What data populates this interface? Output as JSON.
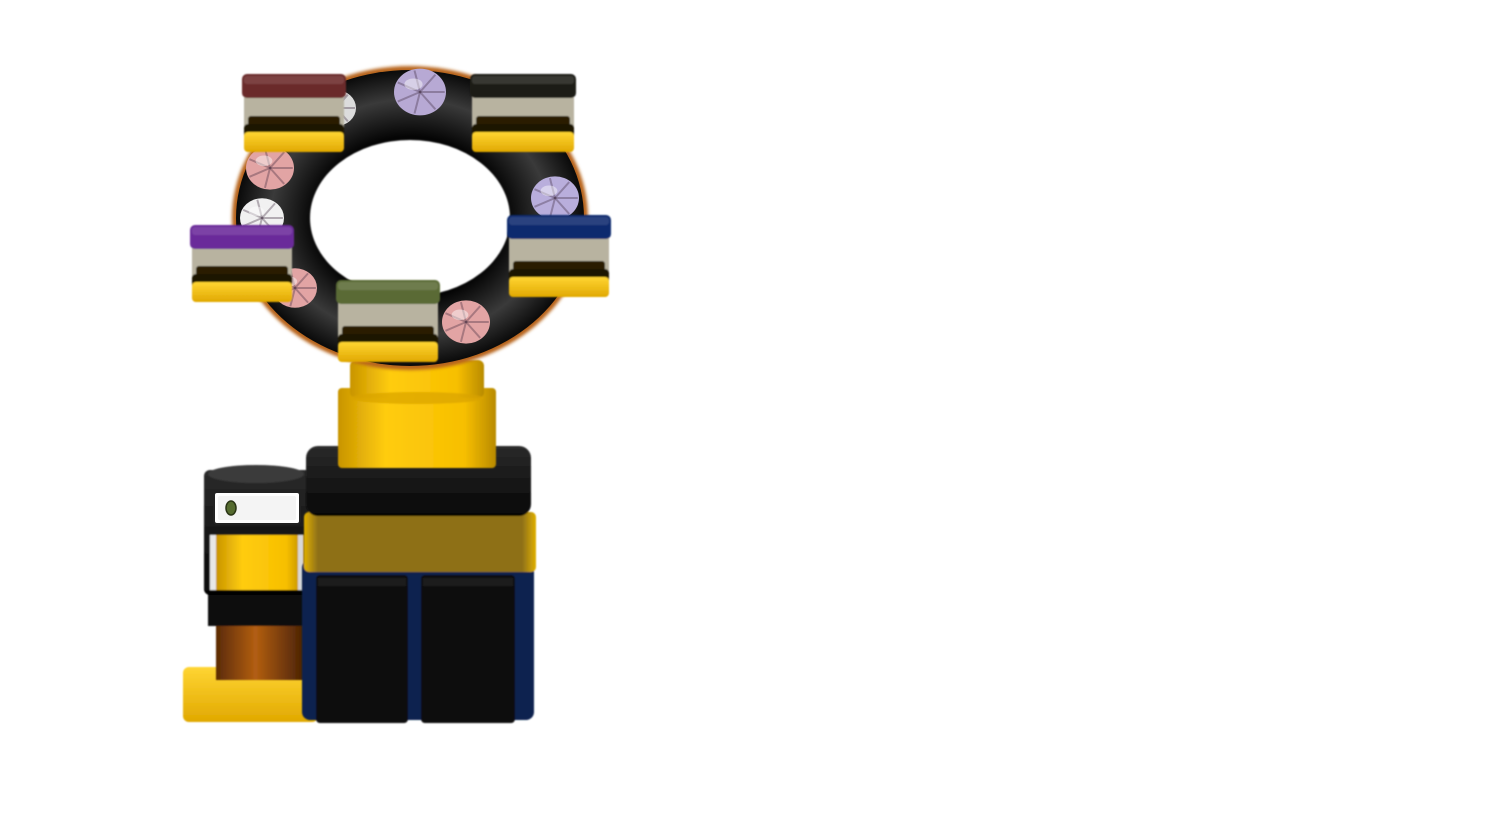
{
  "scene": {
    "name": "carousel-machine",
    "colors": {
      "background": "#ffffff",
      "ring": "#121212",
      "ring_rim": "#b8651c",
      "yellow": "#f7bf00",
      "yellow_dark": "#b88a00",
      "olive_band": "#9a7a17",
      "black_body": "#101010",
      "navy": "#0c2050",
      "copper": "#9c4d0c",
      "indicator": "#556b2f"
    },
    "cars": [
      {
        "id": "top-left",
        "roof_color": "#6b2a2a"
      },
      {
        "id": "top-right",
        "roof_color": "#1e1e16"
      },
      {
        "id": "middle-left",
        "roof_color": "#6a2a9a"
      },
      {
        "id": "middle-right",
        "roof_color": "#0e2a6e"
      },
      {
        "id": "bottom",
        "roof_color": "#5a6a35"
      }
    ],
    "decorations": [
      {
        "kind": "shell",
        "color": "#b7a9d4"
      },
      {
        "kind": "shell",
        "color": "#dcdcdc"
      },
      {
        "kind": "shell",
        "color": "#e2a4a4"
      },
      {
        "kind": "shell",
        "color": "#f1f1f1"
      },
      {
        "kind": "shell",
        "color": "#b9aedc"
      },
      {
        "kind": "shell",
        "color": "#e2a4a4"
      },
      {
        "kind": "shell",
        "color": "#e2a4a4"
      },
      {
        "kind": "shell",
        "color": "#f1f1f1"
      }
    ]
  }
}
